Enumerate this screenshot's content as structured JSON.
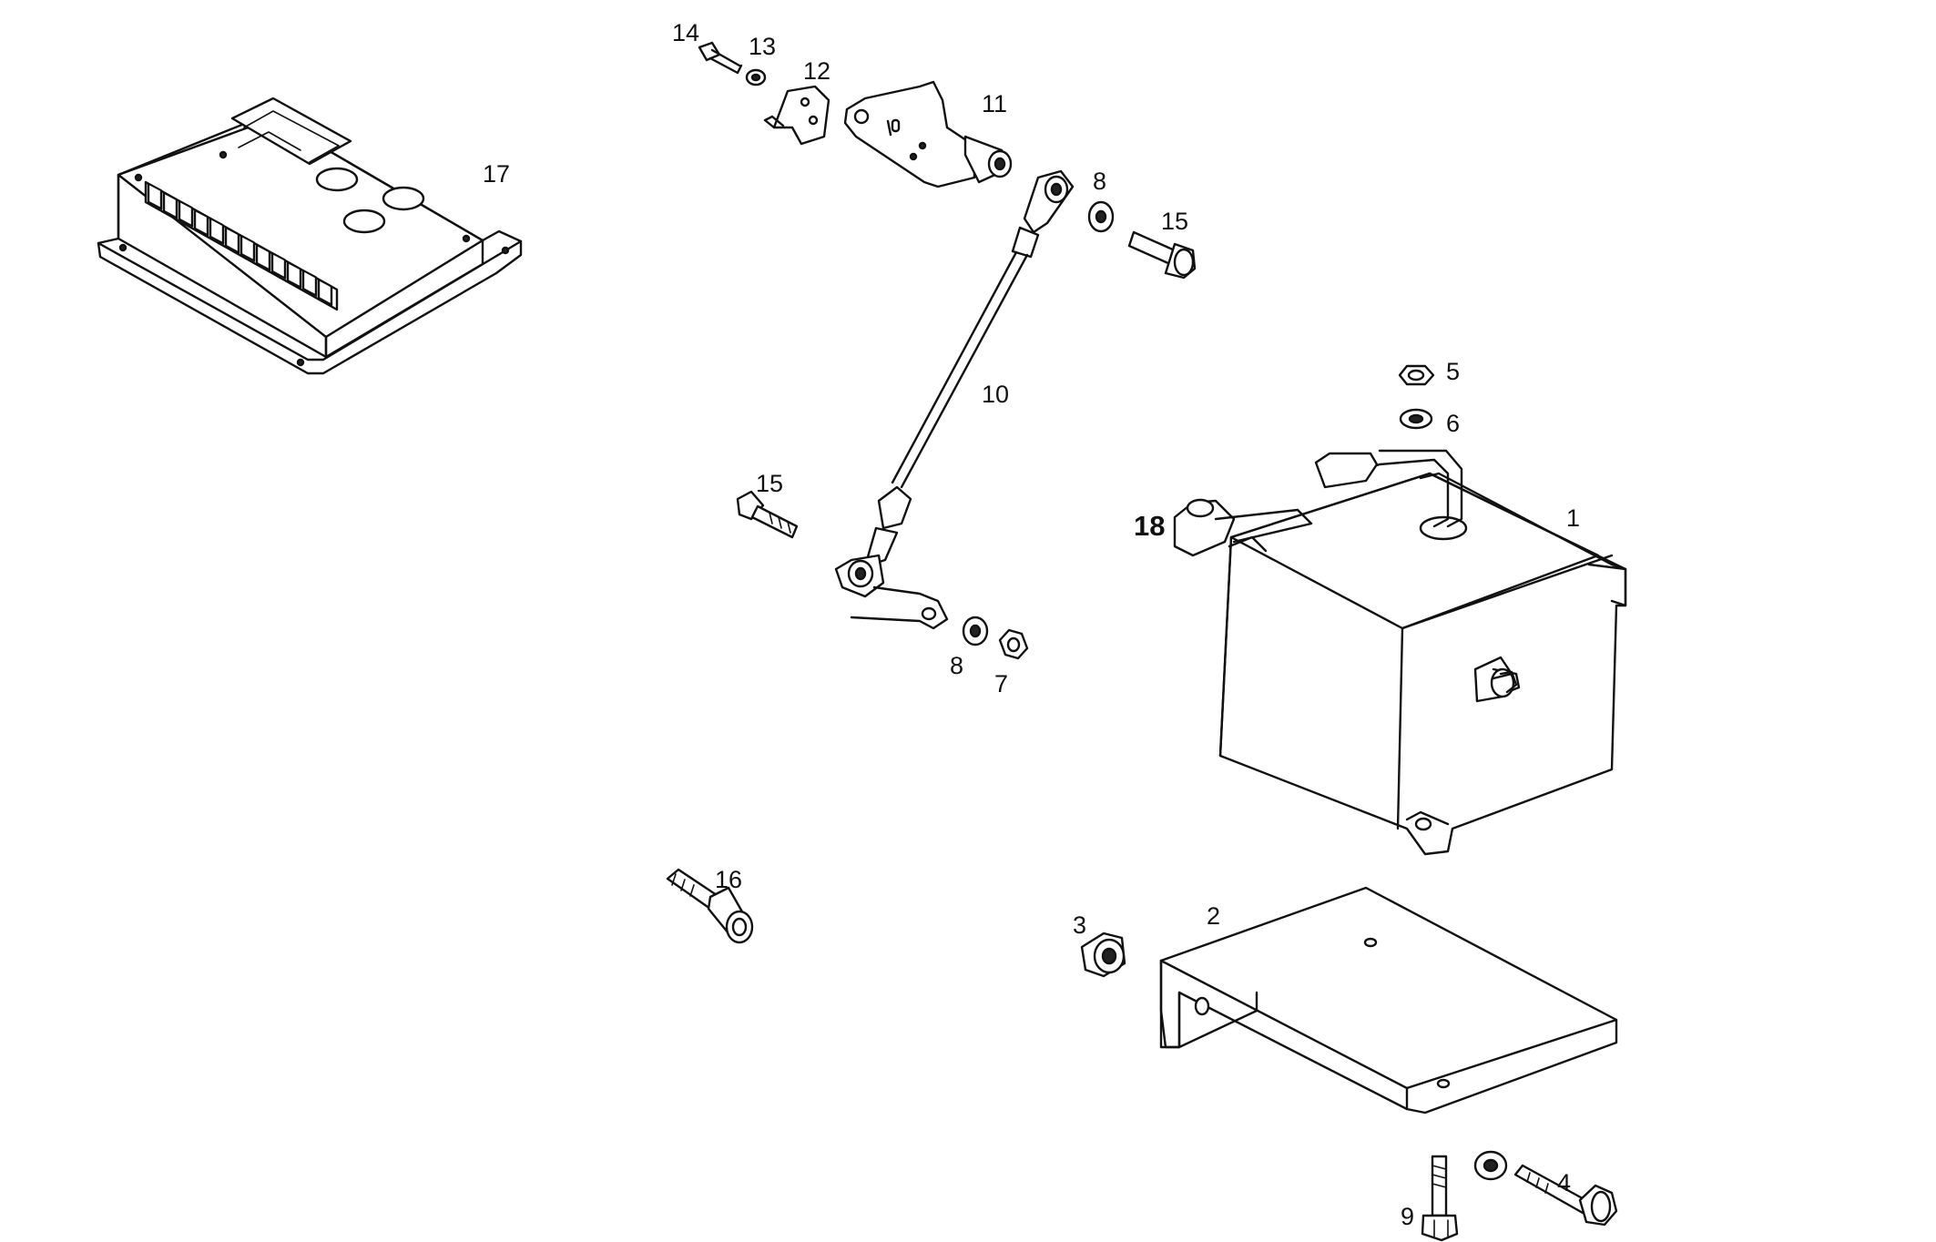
{
  "callouts": {
    "c1": "1",
    "c2": "2",
    "c3": "3",
    "c4": "4",
    "c5": "5",
    "c6": "6",
    "c7": "7",
    "c8a": "8",
    "c8b": "8",
    "c9": "9",
    "c10": "10",
    "c11": "11",
    "c12": "12",
    "c13": "13",
    "c14": "14",
    "c15a": "15",
    "c15b": "15",
    "c16": "16",
    "c17": "17",
    "c18": "18"
  },
  "colors": {
    "ink": "#111111",
    "paper": "#ffffff"
  }
}
